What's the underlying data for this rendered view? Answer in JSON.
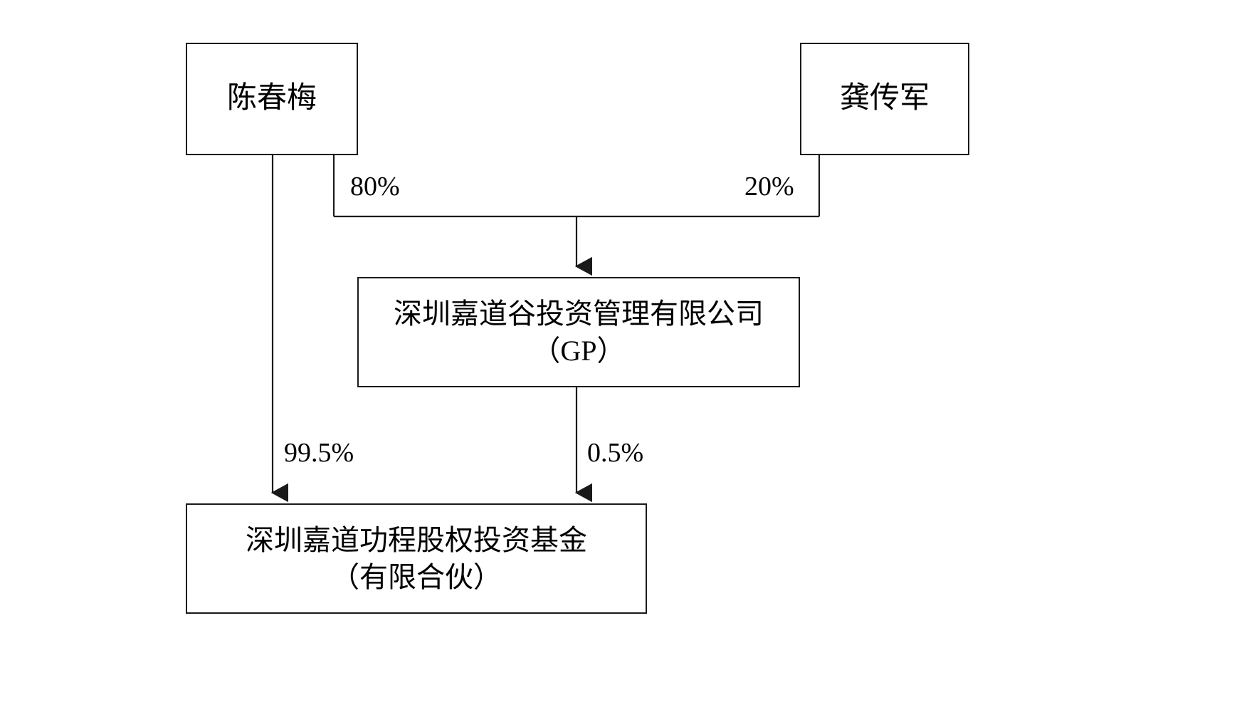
{
  "diagram": {
    "title_text": "",
    "background_color": "#ffffff",
    "line_color": "#1a1a1a",
    "text_color": "#000000",
    "nodes": [
      {
        "id": "chen",
        "label": "陈春梅"
      },
      {
        "id": "gong",
        "label": "龚传军"
      },
      {
        "id": "gp",
        "label": "深圳嘉道谷投资管理有限公司\n（GP）"
      },
      {
        "id": "fund",
        "label": "深圳嘉道功程股权投资基金\n（有限合伙）"
      }
    ],
    "edges": [
      {
        "id": "chen-gp",
        "from": "chen",
        "to": "gp",
        "label": "80%"
      },
      {
        "id": "gong-gp",
        "from": "gong",
        "to": "gp",
        "label": "20%"
      },
      {
        "id": "chen-fund",
        "from": "chen",
        "to": "fund",
        "label": "99.5%"
      },
      {
        "id": "gp-fund",
        "from": "gp",
        "to": "fund",
        "label": "0.5%"
      }
    ]
  }
}
